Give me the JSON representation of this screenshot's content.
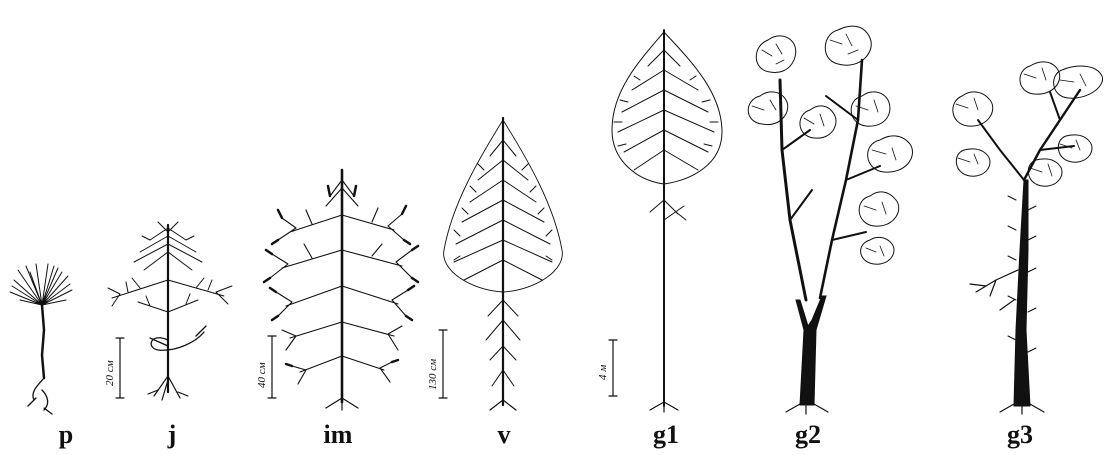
{
  "stages": [
    {
      "label": "p"
    },
    {
      "label": "j",
      "scale": "20 см"
    },
    {
      "label": "im",
      "scale": "40 см"
    },
    {
      "label": "v",
      "scale": "130 см"
    },
    {
      "label": "g1",
      "scale": "4 м"
    },
    {
      "label": "g2"
    },
    {
      "label": "g3"
    }
  ]
}
